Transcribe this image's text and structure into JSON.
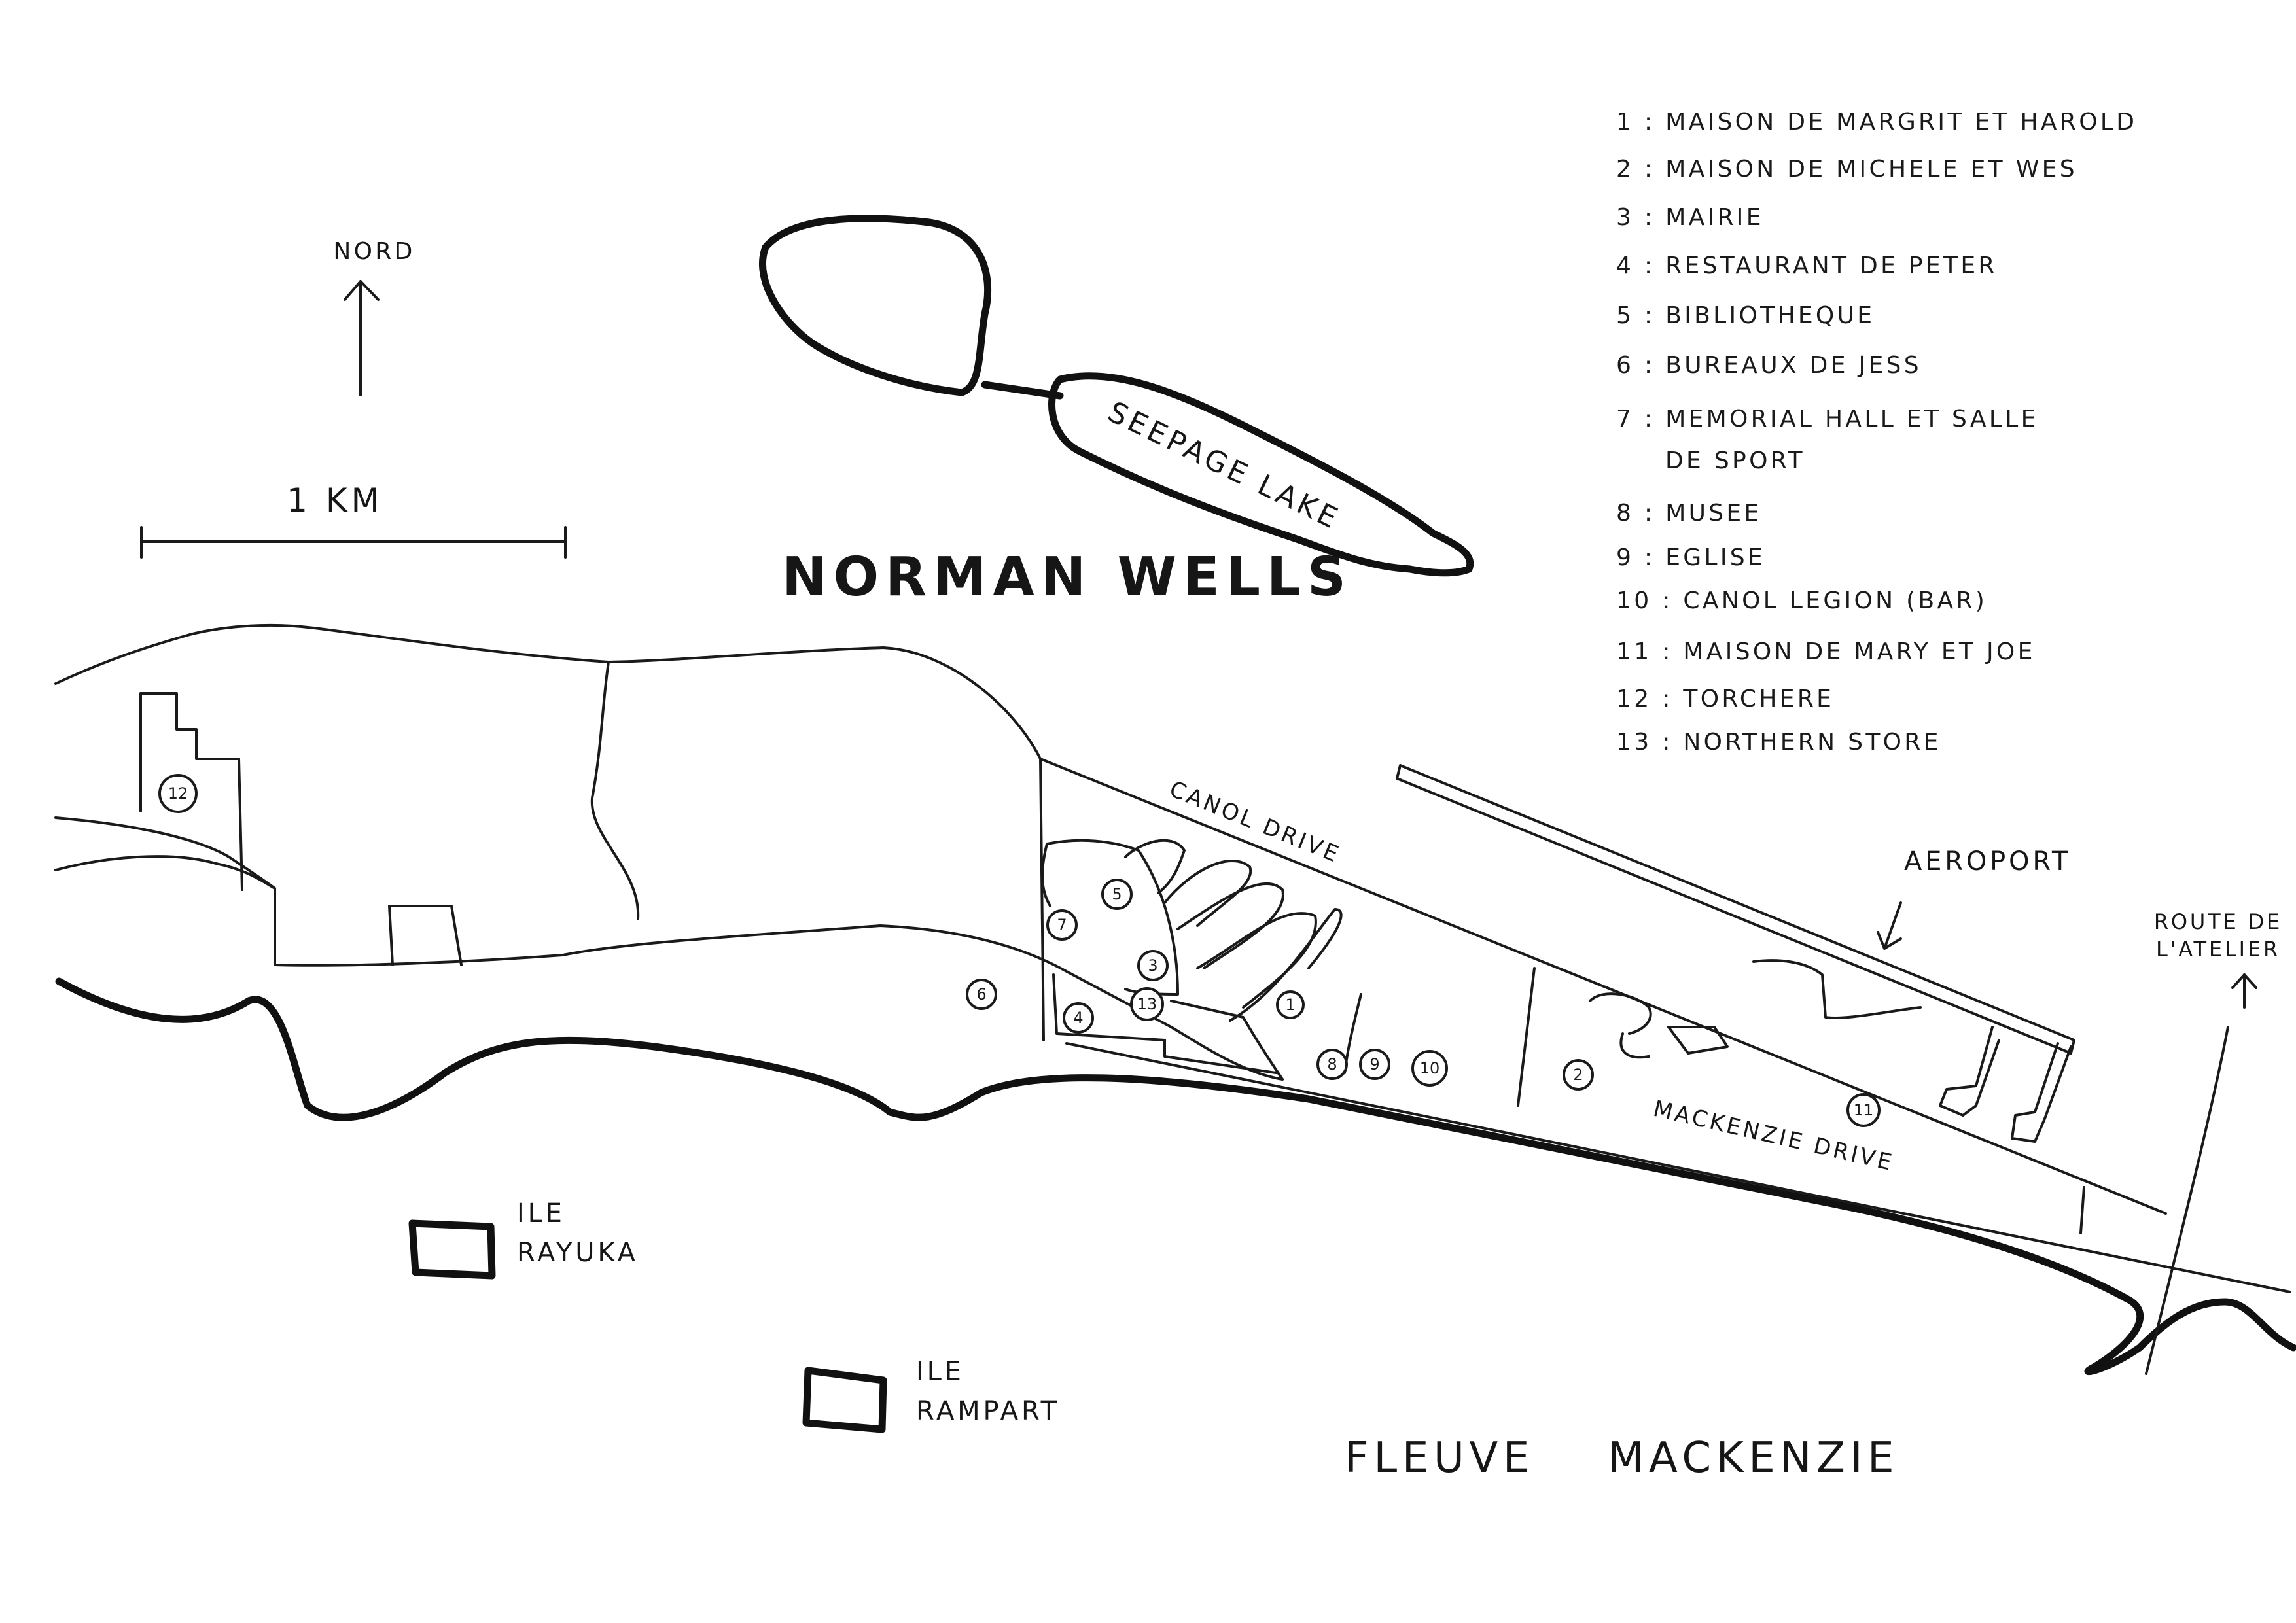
{
  "map": {
    "town_name": "NORMAN WELLS",
    "north_label": "NORD",
    "scale_label": "1 KM",
    "lake_label": "SEEPAGE LAKE",
    "river_label": "FLEUVE    MACKENZIE",
    "road_canol": "CANOL DRIVE",
    "road_mackenzie": "MACKENZIE DRIVE",
    "airport_label": "AEROPORT",
    "route_label_line1": "ROUTE DE",
    "route_label_line2": "L'ATELIER",
    "island_rayuka_line1": "ILE",
    "island_rayuka_line2": "RAYUKA",
    "island_rampart_line1": "ILE",
    "island_rampart_line2": "RAMPART"
  },
  "legend": [
    {
      "n": "1",
      "text": "1 : MAISON DE MARGRIT ET HAROLD"
    },
    {
      "n": "2",
      "text": "2 : MAISON DE MICHELE ET WES"
    },
    {
      "n": "3",
      "text": "3 : MAIRIE"
    },
    {
      "n": "4",
      "text": "4 : RESTAURANT DE PETER"
    },
    {
      "n": "5",
      "text": "5 : BIBLIOTHEQUE"
    },
    {
      "n": "6",
      "text": "6 : BUREAUX DE JESS"
    },
    {
      "n": "7",
      "text": "7 : MEMORIAL HALL ET SALLE"
    },
    {
      "n": "7b",
      "text": "DE SPORT"
    },
    {
      "n": "8",
      "text": "8 : MUSEE"
    },
    {
      "n": "9",
      "text": "9 : EGLISE"
    },
    {
      "n": "10",
      "text": "10 : CANOL LEGION (BAR)"
    },
    {
      "n": "11",
      "text": "11 : MAISON DE MARY ET JOE"
    },
    {
      "n": "12",
      "text": "12 : TORCHERE"
    },
    {
      "n": "13",
      "text": "13 : NORTHERN STORE"
    }
  ],
  "markers": {
    "m1": "1",
    "m2": "2",
    "m3": "3",
    "m4": "4",
    "m5": "5",
    "m6": "6",
    "m7": "7",
    "m8": "8",
    "m9": "9",
    "m10": "10",
    "m11": "11",
    "m12": "12",
    "m13": "13"
  }
}
